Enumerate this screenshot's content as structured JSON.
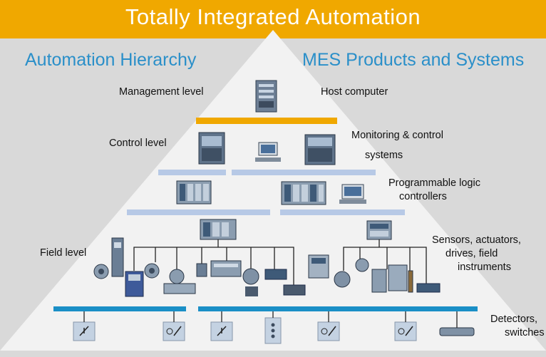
{
  "title": "Totally Integrated Automation",
  "headings": {
    "left": "Automation Hierarchy",
    "right": "MES  Products and Systems"
  },
  "levels": {
    "management": "Management  level",
    "control": "Control level",
    "field": "Field level"
  },
  "products": {
    "host": "Host computer",
    "monitoring_1": "Monitoring & control",
    "monitoring_2": "systems",
    "plc_1": "Programmable logic",
    "plc_2": "controllers",
    "sensors_1": "Sensors, actuators,",
    "sensors_2": "drives, field",
    "sensors_3": "instruments",
    "detectors_1": "Detectors,",
    "detectors_2": "switches"
  },
  "colors": {
    "banner": "#f0a800",
    "heading": "#2a8fc9",
    "pyramid": "#f2f2f2",
    "bus_light": "#b7c9e6",
    "bus_blue": "#1a8fc6",
    "background": "#d9d9d9"
  },
  "icons": [
    "server-icon",
    "control-cabinet-icon",
    "workstation-icon",
    "plc-rack-icon",
    "terminal-icon",
    "motor-icon",
    "drive-icon",
    "flowmeter-icon",
    "valve-icon",
    "switch-icon",
    "proximity-sensor-icon",
    "io-module-icon"
  ]
}
